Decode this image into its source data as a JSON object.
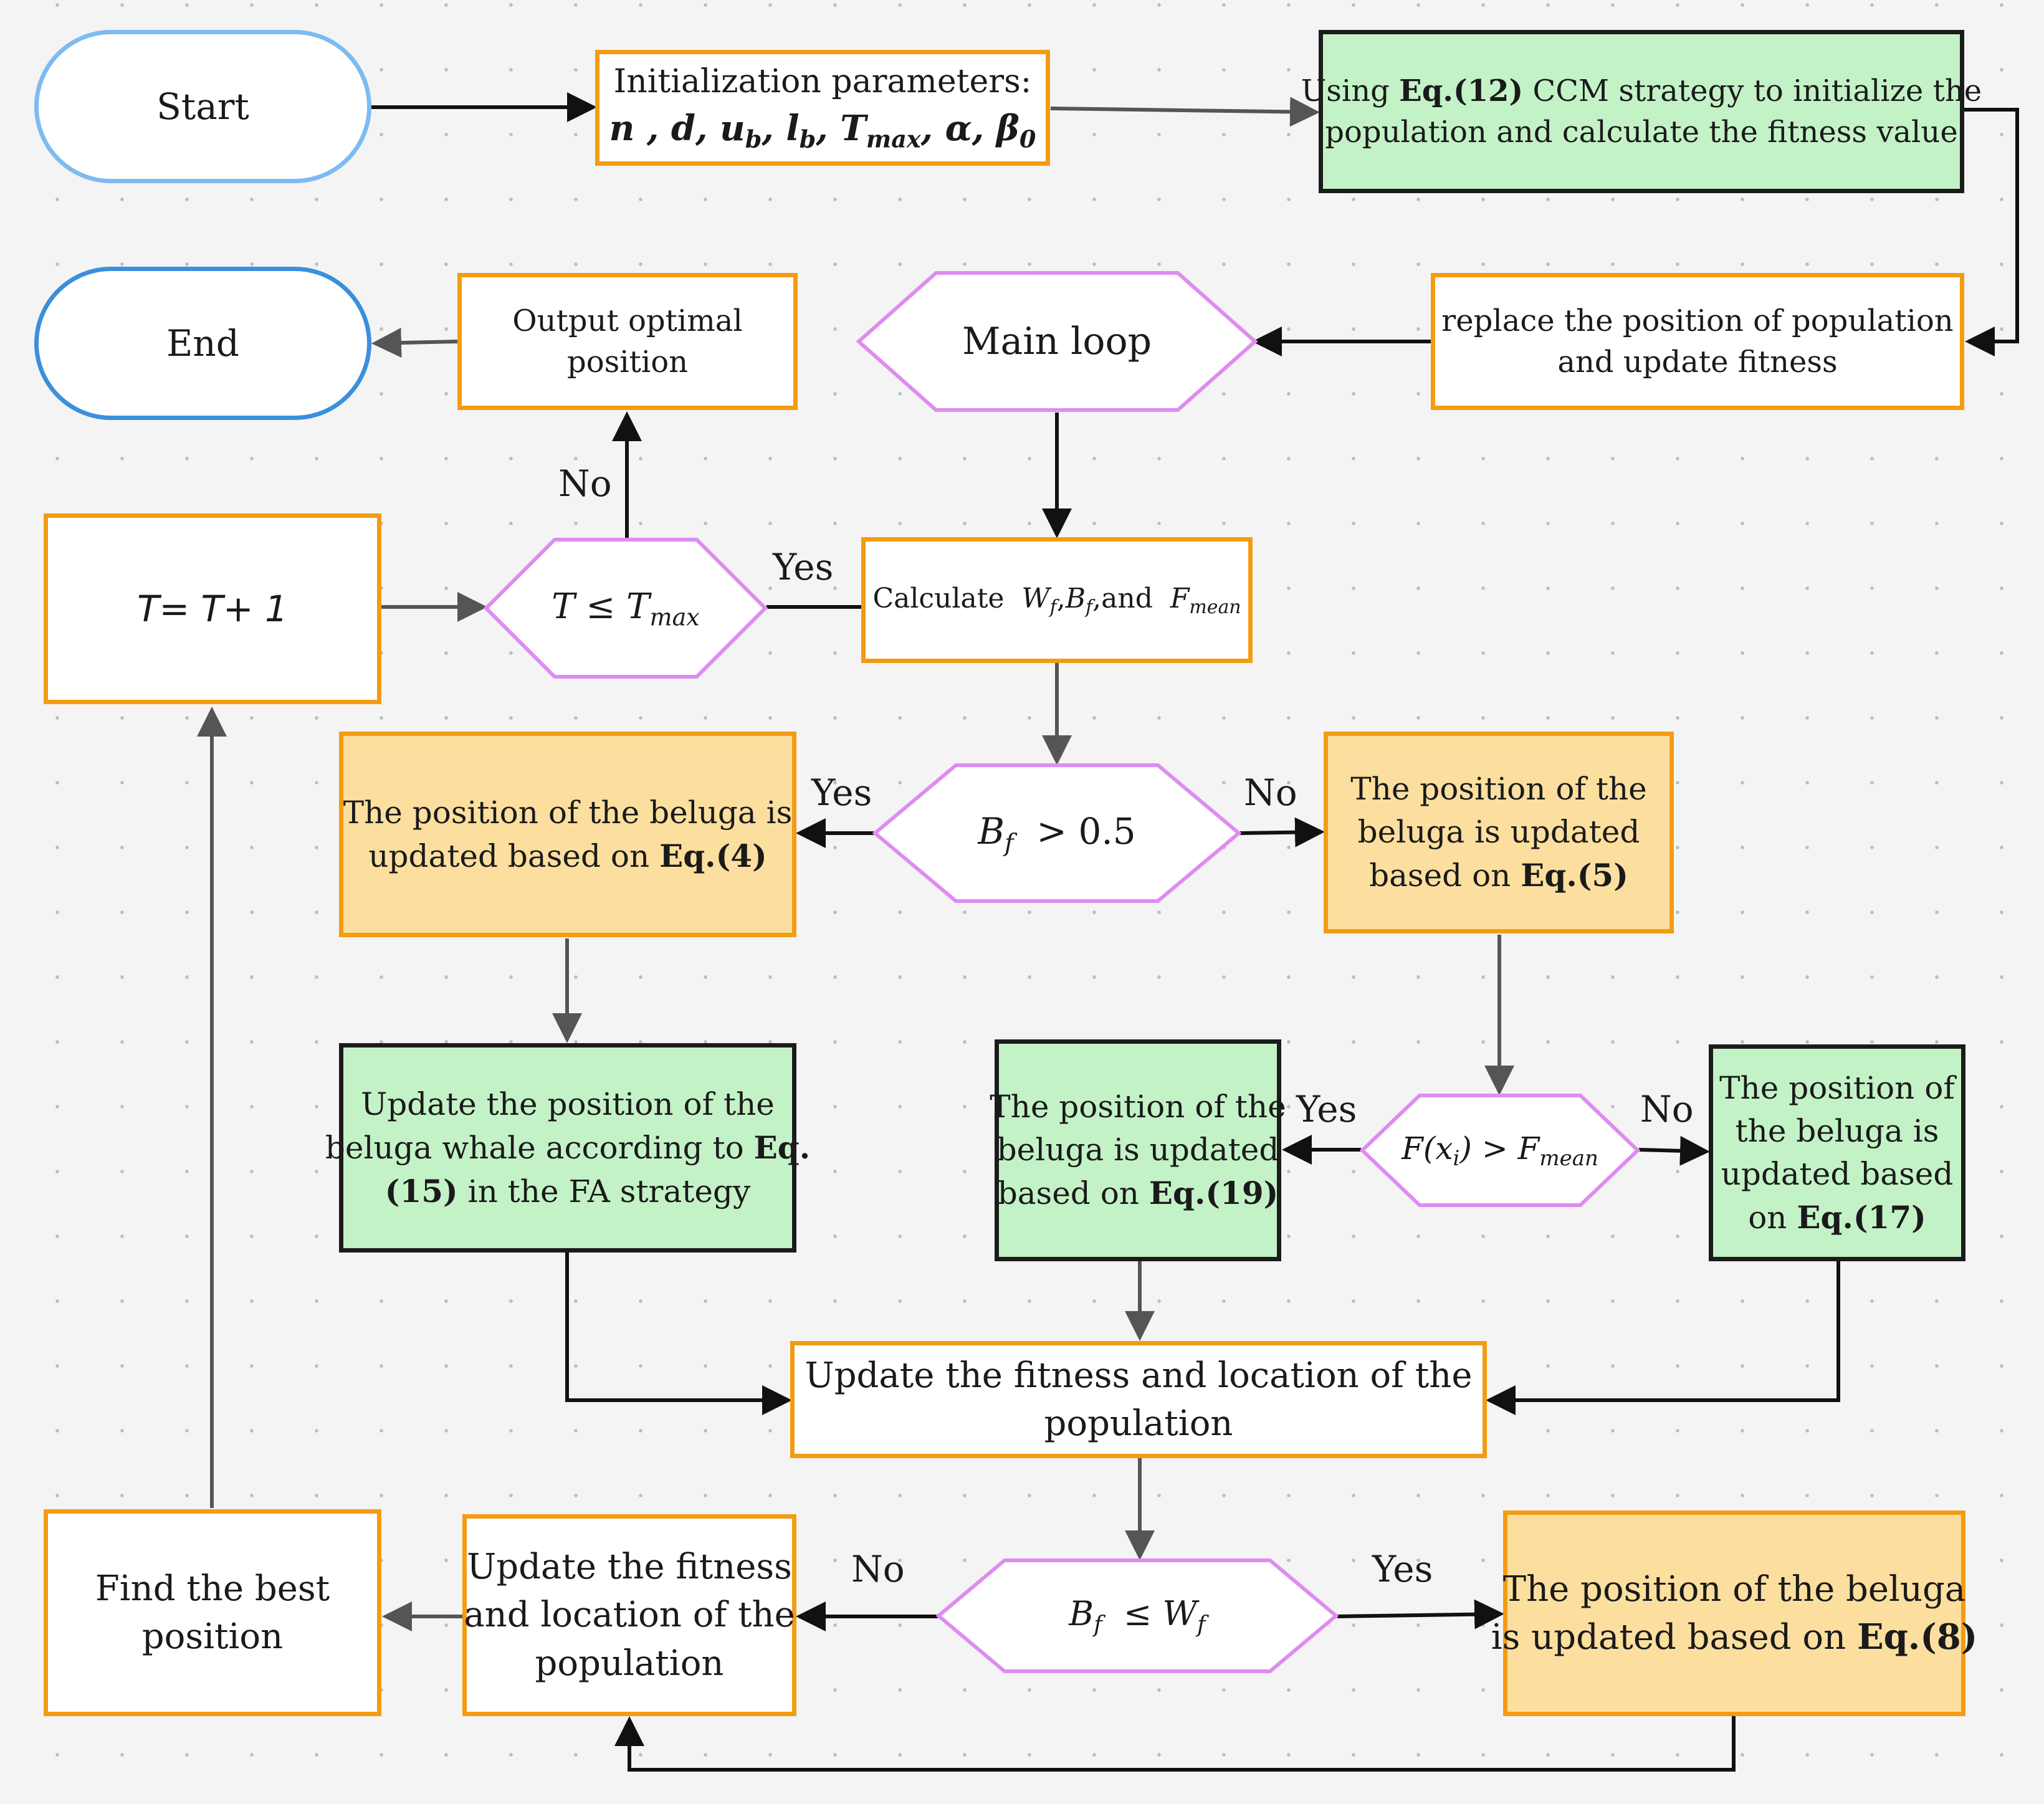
{
  "nodes": {
    "start": {
      "text": "Start"
    },
    "end": {
      "text": "End"
    },
    "init": {
      "line1": "Initialization parameters:",
      "n": "n",
      "d": "d",
      "u": "u",
      "u_sub": "b",
      "l": "l",
      "l_sub": "b",
      "t": "T",
      "t_sub": "max",
      "alpha": "α",
      "beta": "β",
      "beta_sub": "0"
    },
    "ccm": {
      "pre": "Using ",
      "eq": "Eq.(12)",
      "post": " CCM strategy to initialize the",
      "line2": "population and calculate the fitness value"
    },
    "replace": {
      "line1": "replace the position of population",
      "line2": "and update fitness"
    },
    "main_loop": {
      "text": "Main loop"
    },
    "output": {
      "line1": "Output optimal",
      "line2": "position"
    },
    "increment": {
      "text": "T= T+ 1"
    },
    "t_cond": {
      "t": "T",
      "op": "≤",
      "tm": "T",
      "tm_sub": "max"
    },
    "calc": {
      "pre": "Calculate",
      "w": "W",
      "w_sub": "f",
      "b": "B",
      "b_sub": "f",
      "and": ",and",
      "f": "F",
      "f_sub": "mean"
    },
    "bf_cond": {
      "b": "B",
      "b_sub": "f",
      "rest": "> 0.5"
    },
    "eq4": {
      "line1": "The position of the beluga is",
      "pre": "updated based on ",
      "eq": "Eq.(4)"
    },
    "eq5": {
      "line1": "The position of the",
      "line2": "beluga is updated",
      "pre": "based on ",
      "eq": "Eq.(5)"
    },
    "fa": {
      "line1": "Update the position of the",
      "pre": "beluga whale according to ",
      "eq1": "Eq.",
      "eq2": "(15)",
      "post": " in the FA strategy"
    },
    "eq19": {
      "line1": "The position of the",
      "line2": "beluga is updated",
      "pre": "based on ",
      "eq": "Eq.(19)"
    },
    "fx_cond": {
      "f": "F",
      "open": "(",
      "x": "x",
      "x_sub": "i",
      "close": ")",
      "op": " > ",
      "fm": "F",
      "fm_sub": "mean"
    },
    "eq17": {
      "line1": "The position of",
      "line2": "the beluga is",
      "line3": "updated based",
      "pre": "on ",
      "eq": "Eq.(17)"
    },
    "update_mid": {
      "line1": "Update the fitness and location of the",
      "line2": "population"
    },
    "bw_cond": {
      "b": "B",
      "b_sub": "f",
      "op": "≤",
      "w": "W",
      "w_sub": "f"
    },
    "eq8": {
      "line1": "The position of the beluga",
      "pre": "is updated based on ",
      "eq": "Eq.(8)"
    },
    "update_low": {
      "line1": "Update the fitness",
      "line2": "and location of the",
      "line3": "population"
    },
    "best": {
      "line1": "Find the best",
      "line2": "position"
    }
  },
  "labels": {
    "no_tcond": "No",
    "yes_tcond": "Yes",
    "yes_bf": "Yes",
    "no_bf": "No",
    "yes_fx": "Yes",
    "no_fx": "No",
    "no_bw": "No",
    "yes_bw": "Yes"
  },
  "colors": {
    "orange_border": "#f39c12",
    "yellow_fill": "#fcdf9f",
    "green_fill": "#c4f2c7",
    "hex_border": "#de8cf0",
    "terminal_border": "#7dbbf0"
  }
}
